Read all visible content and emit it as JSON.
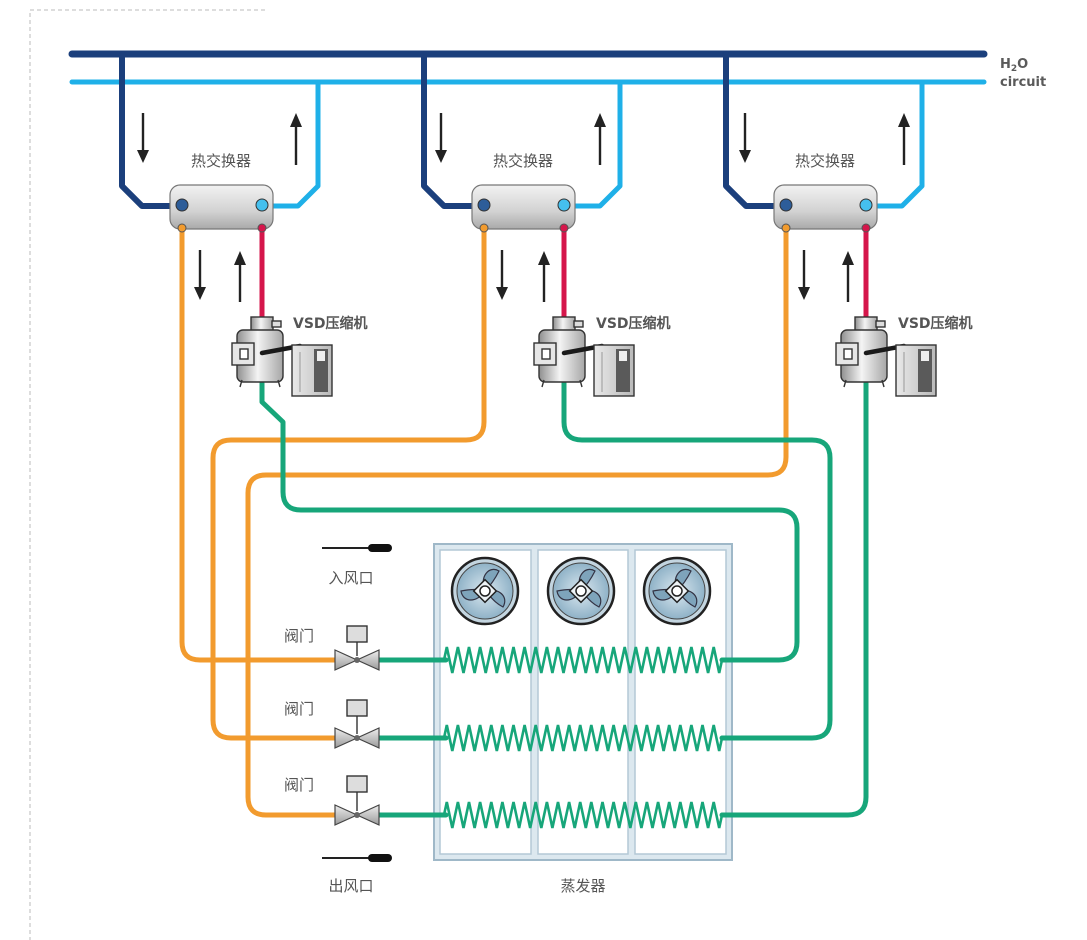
{
  "colors": {
    "dark_blue_pipe": "#1b3f7c",
    "light_blue_pipe": "#1fb0e8",
    "red_pipe": "#d5164b",
    "orange_pipe": "#f29b2e",
    "green_pipe": "#17a67a"
  },
  "h2o_label": {
    "h": "H",
    "sub": "2",
    "o": "O",
    "line2": "circuit"
  },
  "units": [
    {
      "heat_exchanger_label": "热交换器",
      "compressor_label": "VSD压缩机"
    },
    {
      "heat_exchanger_label": "热交换器",
      "compressor_label": "VSD压缩机"
    },
    {
      "heat_exchanger_label": "热交换器",
      "compressor_label": "VSD压缩机"
    }
  ],
  "valves": [
    {
      "label": "阀门"
    },
    {
      "label": "阀门"
    },
    {
      "label": "阀门"
    }
  ],
  "evaporator": {
    "label": "蒸发器",
    "inlet_label": "入风口",
    "outlet_label": "出风口"
  }
}
